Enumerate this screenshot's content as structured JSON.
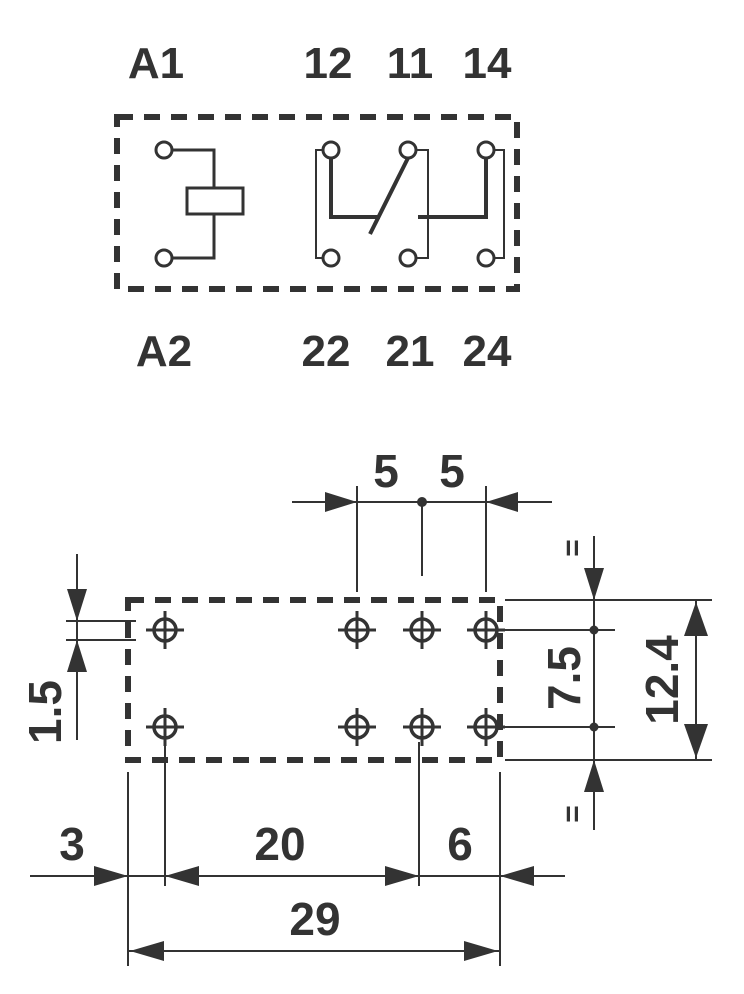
{
  "schematic": {
    "pins_top": [
      "A1",
      "12",
      "11",
      "14"
    ],
    "pins_bottom": [
      "A2",
      "22",
      "21",
      "24"
    ]
  },
  "footprint": {
    "pitch_left": "5",
    "pitch_right": "5",
    "eq_top": "=",
    "eq_bottom": "=",
    "row_offset": "1.5",
    "row_spacing": "7.5",
    "body_width": "12.4",
    "edge_offset": "3",
    "coil_to_contact": "20",
    "contact_to_edge": "6",
    "body_length": "29"
  },
  "colors": {
    "ink": "#333333",
    "background": "#ffffff"
  }
}
